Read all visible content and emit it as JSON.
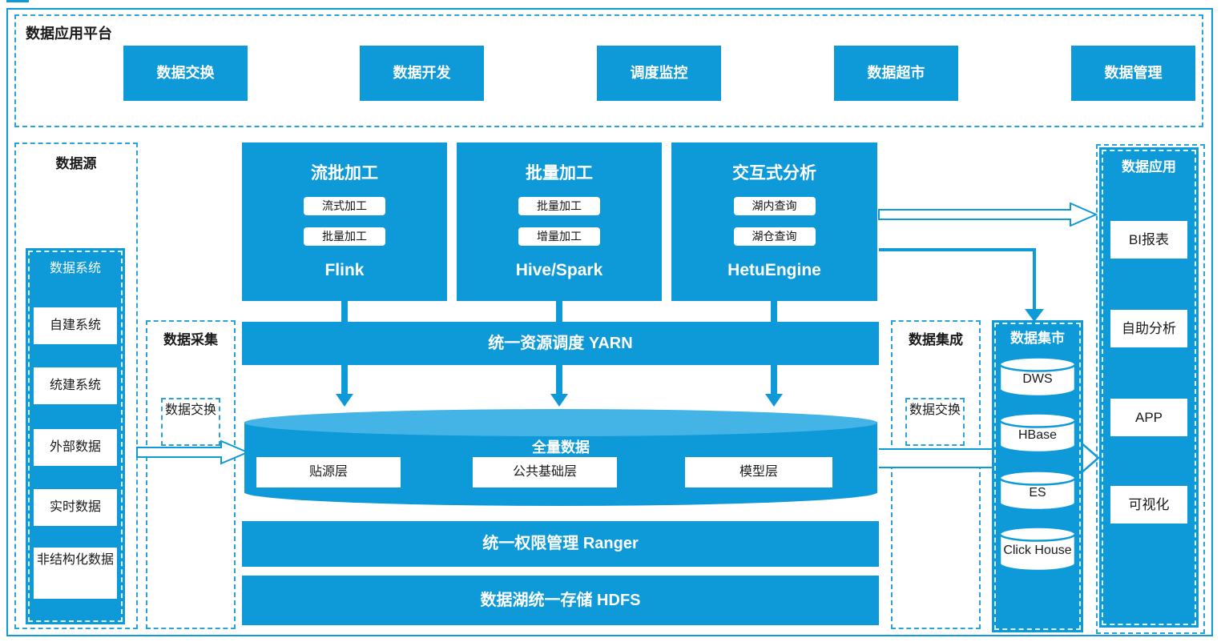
{
  "colors": {
    "primary": "#0e9ad9",
    "primary_light": "#44b4e6",
    "dashed_border": "#2aa2da",
    "text": "#1a1a1a"
  },
  "platform": {
    "title": "数据应用平台",
    "buttons": [
      "数据交换",
      "数据开发",
      "调度监控",
      "数据超市",
      "数据管理"
    ]
  },
  "data_source": {
    "title": "数据源",
    "system": {
      "title": "数据系统",
      "items": [
        "自建系统",
        "统建系统",
        "外部数据",
        "实时数据",
        "非结构化数据"
      ]
    }
  },
  "data_collection": {
    "title": "数据采集",
    "exchange": "数据交换"
  },
  "processing": {
    "blocks": [
      {
        "title": "流批加工",
        "tags": [
          "流式加工",
          "批量加工"
        ],
        "engine": "Flink"
      },
      {
        "title": "批量加工",
        "tags": [
          "批量加工",
          "增量加工"
        ],
        "engine": "Hive/Spark"
      },
      {
        "title": "交互式分析",
        "tags": [
          "湖内查询",
          "湖仓查询"
        ],
        "engine": "HetuEngine"
      }
    ]
  },
  "yarn": {
    "label": "统一资源调度 YARN"
  },
  "lake": {
    "title": "全量数据",
    "layers": [
      "贴源层",
      "公共基础层",
      "模型层"
    ]
  },
  "ranger": {
    "label": "统一权限管理 Ranger"
  },
  "hdfs": {
    "label": "数据湖统一存储 HDFS"
  },
  "data_integration": {
    "title": "数据集成",
    "exchange": "数据交换"
  },
  "data_mart": {
    "title": "数据集市",
    "stores": [
      "DWS",
      "HBase",
      "ES",
      "Click House"
    ]
  },
  "data_application": {
    "title": "数据应用",
    "items": [
      "BI报表",
      "自助分析",
      "APP",
      "可视化"
    ]
  }
}
